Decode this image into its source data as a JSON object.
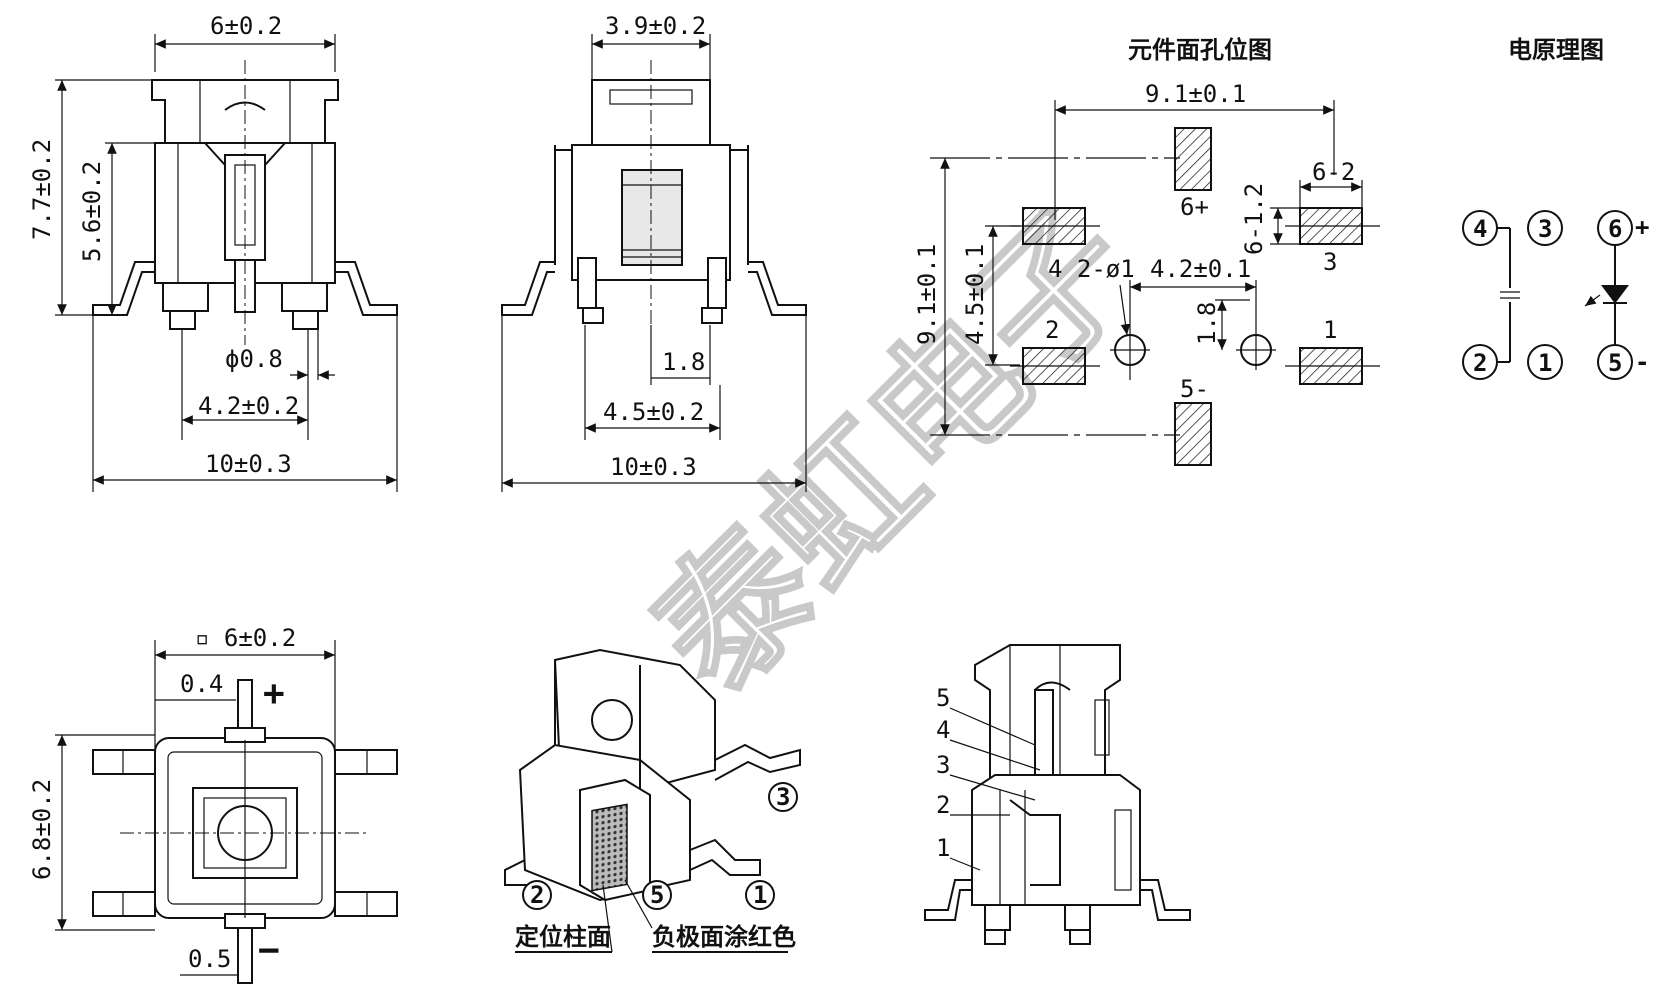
{
  "titles": {
    "pad_layout": "元件面孔位图",
    "schematic": "电原理图"
  },
  "watermark": "泰虹电子",
  "front_view": {
    "width_top": "6±0.2",
    "height_total": "7.7±0.2",
    "height_body": "5.6±0.2",
    "pin_dia": "ϕ0.8",
    "pin_pitch": "4.2±0.2",
    "overall": "10±0.3"
  },
  "side_view": {
    "width_top": "3.9±0.2",
    "pin_width": "1.8",
    "pin_pitch": "4.5±0.2",
    "overall": "10±0.3"
  },
  "pad_layout": {
    "pitch_h": "9.1±0.1",
    "pitch_v": "9.1±0.1",
    "pad_w": "6-2",
    "pad_h": "6-1.2",
    "row_pitch": "4.5±0.1",
    "hole_label": "4 2-ø1",
    "hole_pitch": "4.2±0.1",
    "offset": "1.8",
    "pads": [
      "6+",
      "3",
      "2",
      "1",
      "5-"
    ]
  },
  "schematic": {
    "nodes": [
      "4",
      "3",
      "2",
      "1",
      "6",
      "5"
    ],
    "plus": "+",
    "minus": "-"
  },
  "top_view": {
    "width": "▫ 6±0.2",
    "height": "6.8±0.2",
    "lead_top": "0.4",
    "lead_bottom": "0.5",
    "plus": "+",
    "minus": "−"
  },
  "iso_view": {
    "markers": [
      "3",
      "2",
      "5",
      "1"
    ],
    "label_left": "定位柱面",
    "label_right": "负极面涂红色"
  },
  "exploded_view": {
    "parts": [
      "5",
      "4",
      "3",
      "2",
      "1"
    ]
  }
}
